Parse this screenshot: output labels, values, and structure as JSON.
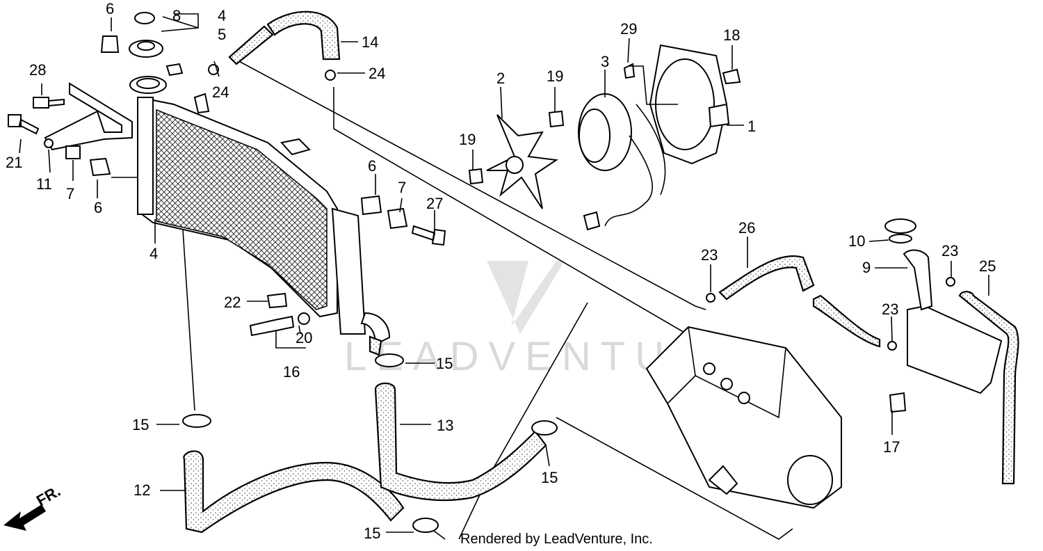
{
  "watermark": "LEADVENTURE",
  "footer": "Rendered by LeadVenture, Inc.",
  "direction_label": "FR.",
  "callouts": [
    "6",
    "8",
    "4",
    "5",
    "14",
    "24",
    "24",
    "28",
    "21",
    "11",
    "7",
    "6",
    "4",
    "2",
    "19",
    "19",
    "3",
    "29",
    "18",
    "1",
    "6",
    "7",
    "27",
    "22",
    "20",
    "16",
    "15",
    "15",
    "13",
    "15",
    "12",
    "15",
    "26",
    "23",
    "10",
    "9",
    "23",
    "25",
    "23",
    "17"
  ]
}
